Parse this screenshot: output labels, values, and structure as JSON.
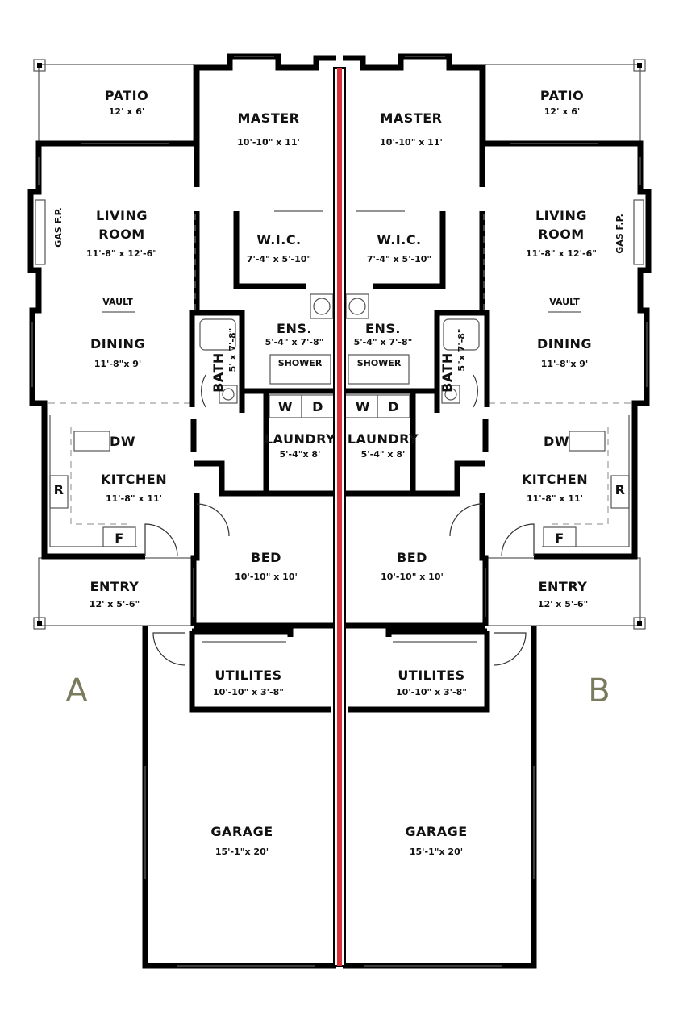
{
  "colors": {
    "party_wall": "#d9313a",
    "unit_label": "#7a7b5c"
  },
  "units": [
    {
      "label": "A",
      "patio": {
        "name": "PATIO",
        "dim": "12' x 6'"
      },
      "master": {
        "name": "MASTER",
        "dim": "10'-10\" x 11'"
      },
      "living": {
        "name1": "LIVING",
        "name2": "ROOM",
        "dim": "11'-8\" x 12'-6\""
      },
      "gas_fp": "GAS F.P.",
      "vault": "VAULT",
      "dining": {
        "name": "DINING",
        "dim": "11'-8\"x 9'"
      },
      "wic": {
        "name": "W.I.C.",
        "dim": "7'-4\" x 5'-10\""
      },
      "ens": {
        "name": "ENS.",
        "dim": "5'-4\" x 7'-8\""
      },
      "shower": "SHOWER",
      "bath": {
        "name": "BATH",
        "dim": "5' x 7'-8\""
      },
      "washer": "W",
      "dryer": "D",
      "laundry": {
        "name": "LAUNDRY",
        "dim": "5'-4\"x 8'"
      },
      "dw": "DW",
      "fridge": "R",
      "freezer": "F",
      "kitchen": {
        "name": "KITCHEN",
        "dim": "11'-8\" x 11'"
      },
      "bed": {
        "name": "BED",
        "dim": "10'-10\" x 10'"
      },
      "entry": {
        "name": "ENTRY",
        "dim": "12' x 5'-6\""
      },
      "utilities": {
        "name": "UTILITES",
        "dim": "10'-10\" x 3'-8\""
      },
      "garage": {
        "name": "GARAGE",
        "dim": "15'-1\"x 20'"
      }
    },
    {
      "label": "B",
      "patio": {
        "name": "PATIO",
        "dim": "12' x 6'"
      },
      "master": {
        "name": "MASTER",
        "dim": "10'-10\" x 11'"
      },
      "living": {
        "name1": "LIVING",
        "name2": "ROOM",
        "dim": "11'-8\" x 12'-6\""
      },
      "gas_fp": "GAS F.P.",
      "vault": "VAULT",
      "dining": {
        "name": "DINING",
        "dim": "11'-8\"x 9'"
      },
      "wic": {
        "name": "W.I.C.",
        "dim": "7'-4\" x 5'-10\""
      },
      "ens": {
        "name": "ENS.",
        "dim": "5'-4\" x 7'-8\""
      },
      "shower": "SHOWER",
      "bath": {
        "name": "BATH",
        "dim": "5\"x 7'-8\""
      },
      "washer": "W",
      "dryer": "D",
      "laundry": {
        "name": "LAUNDRY",
        "dim": "5'-4\" x 8'"
      },
      "dw": "DW",
      "fridge": "R",
      "freezer": "F",
      "kitchen": {
        "name": "KITCHEN",
        "dim": "11'-8\" x 11'"
      },
      "bed": {
        "name": "BED",
        "dim": "10'-10\" x 10'"
      },
      "entry": {
        "name": "ENTRY",
        "dim": "12' x 5'-6\""
      },
      "utilities": {
        "name": "UTILITES",
        "dim": "10'-10\" x 3'-8\""
      },
      "garage": {
        "name": "GARAGE",
        "dim": "15'-1\"x 20'"
      }
    }
  ]
}
